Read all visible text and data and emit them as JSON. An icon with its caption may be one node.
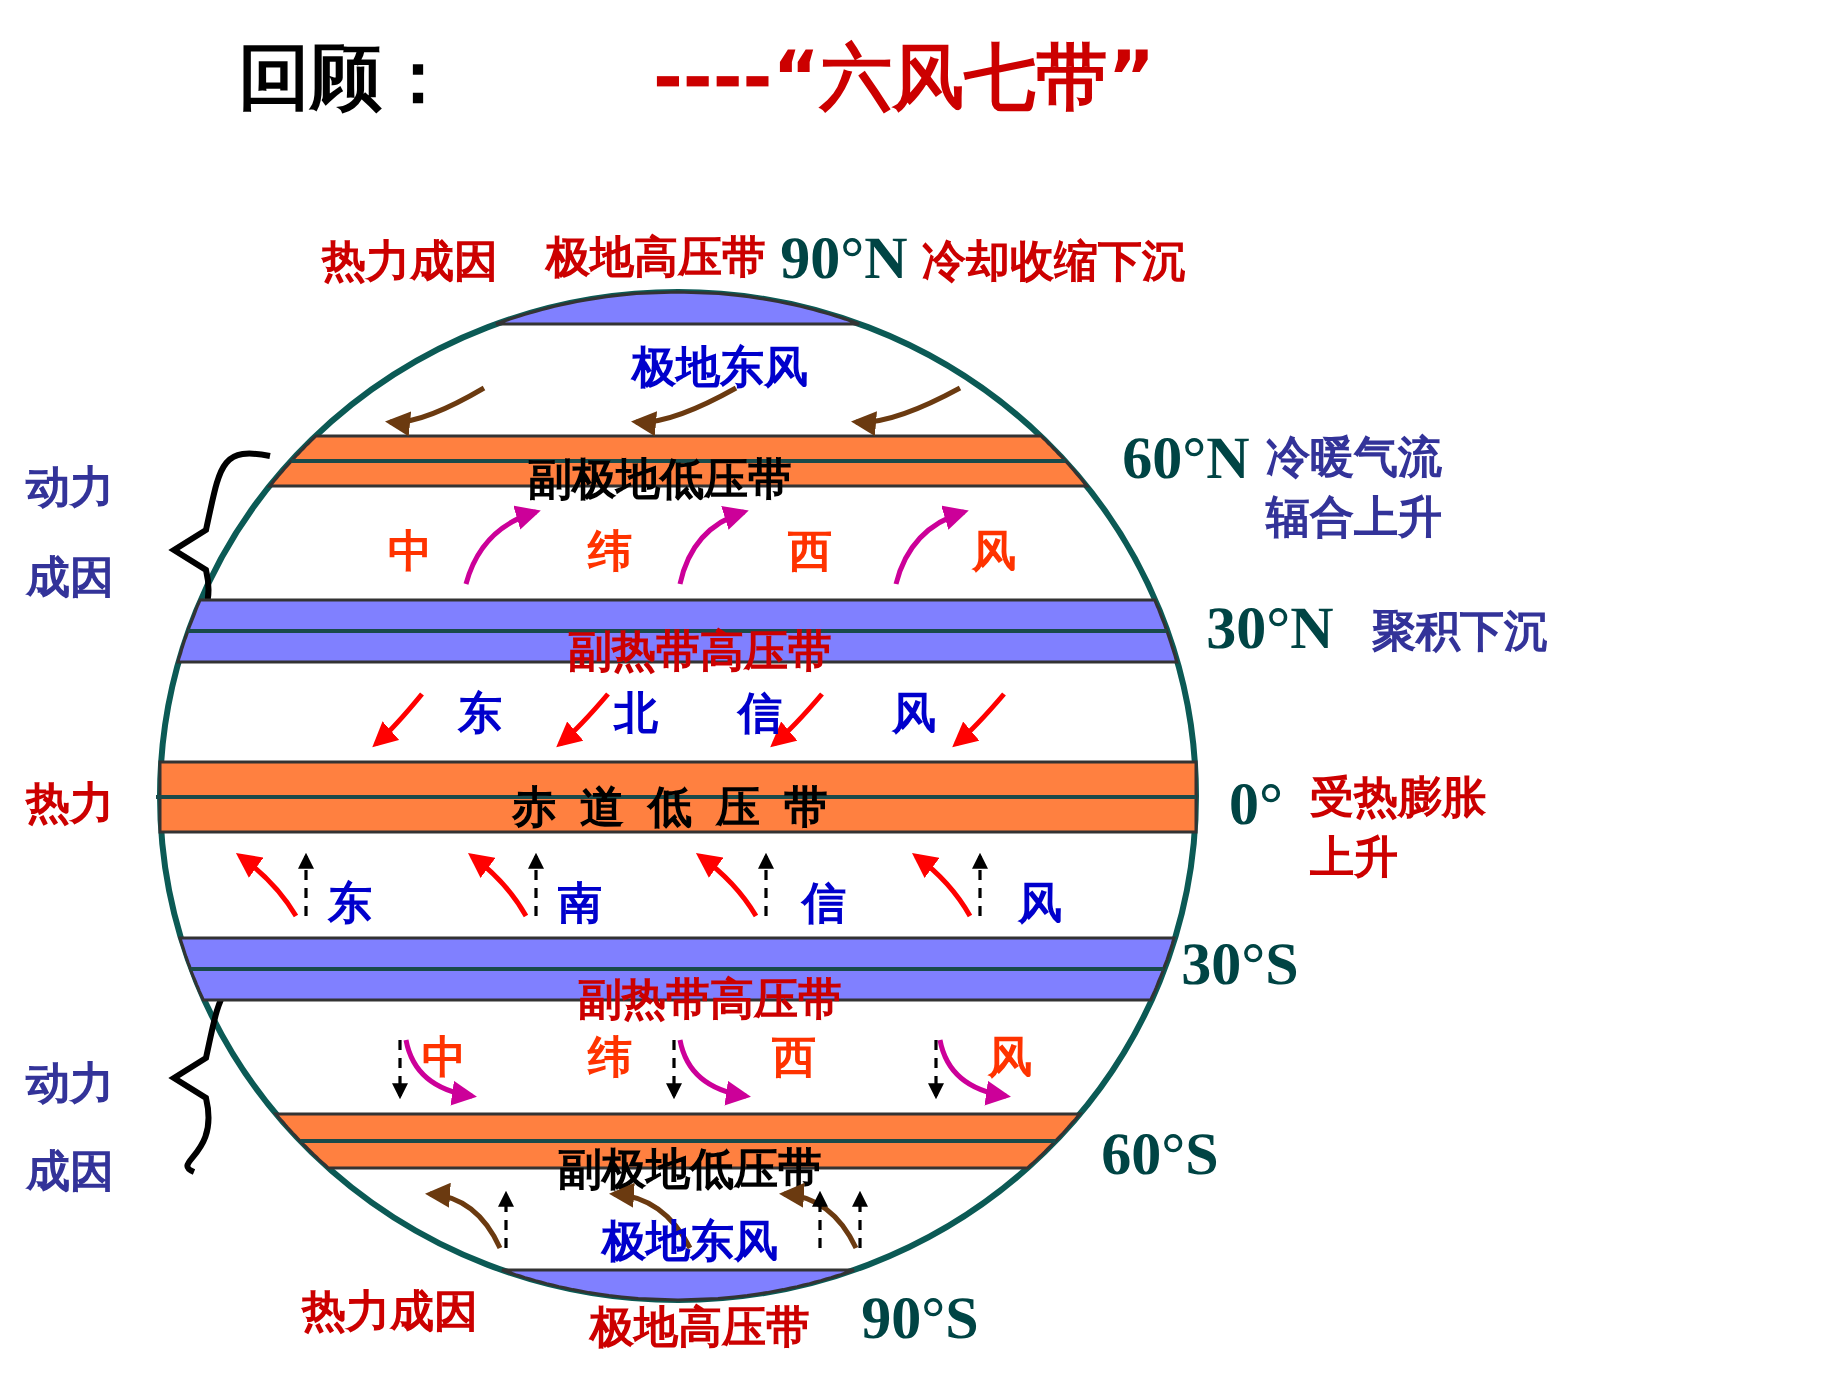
{
  "diagram": {
    "title": "回顾：",
    "nodes": [
      {
        "text": [
          "极地高压带"
        ]
      },
      {
        "text": [
          "副极地低压带"
        ]
      },
      {
        "text": [
          "副热带高压带"
        ]
      },
      {
        "text": [
          "赤道低压带"
        ]
      },
      {
        "text": [
          "副热带高压带"
        ]
      },
      {
        "text": [
          "副极地低压带"
        ]
      },
      {
        "text": [
          "极地高压带"
        ]
      }
    ],
    "labels": [
      "----“六风七带”",
      "热力成因",
      "90°N",
      "冷却收缩下沉",
      "极地东风",
      "动力",
      "成因",
      "60°N",
      "冷暖气流辐合上升",
      "中",
      "纬",
      "西",
      "风",
      "30°N",
      "聚积下沉",
      "东",
      "北",
      "信",
      "风",
      "热力",
      "0°",
      "受热膨胀上升",
      "东",
      "南",
      "信",
      "风",
      "30°S",
      "中",
      "纬",
      "西",
      "风",
      "动力",
      "成因",
      "60°S",
      "极地东风",
      "热力成因",
      "90°S"
    ]
  }
}
